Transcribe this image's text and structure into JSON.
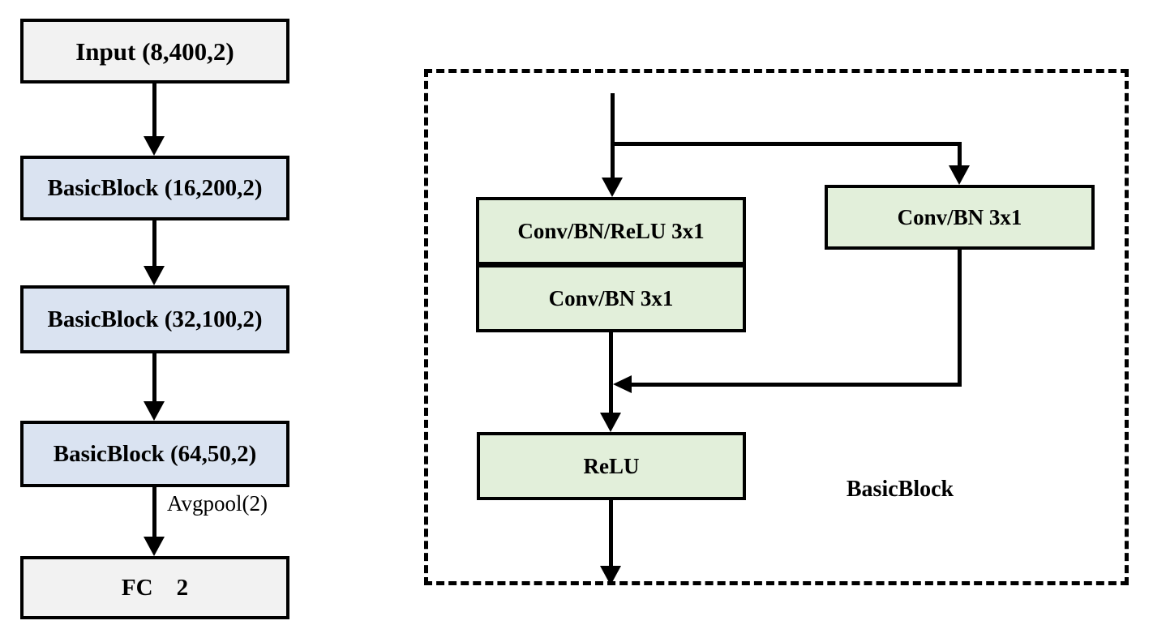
{
  "diagram": {
    "left_flow": {
      "nodes": [
        {
          "label": "Input (8,400,2)"
        },
        {
          "label": "BasicBlock (16,200,2)"
        },
        {
          "label": "BasicBlock (32,100,2)"
        },
        {
          "label": "BasicBlock (64,50,2)"
        },
        {
          "label": "FC    2"
        }
      ],
      "pool_label": "Avgpool(2)"
    },
    "detail": {
      "caption": "BasicBlock",
      "main_path_top": "Conv/BN/ReLU 3x1",
      "main_path_bottom": "Conv/BN 3x1",
      "shortcut": "Conv/BN 3x1",
      "merge": "ReLU"
    },
    "colors": {
      "input_fc_fill": "#f2f2f2",
      "basicblock_fill": "#dae3f1",
      "detail_fill": "#e2efda",
      "line": "#000000",
      "background": "#ffffff"
    }
  }
}
